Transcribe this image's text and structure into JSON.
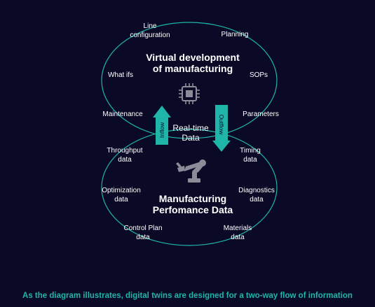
{
  "top_section": {
    "title_line1": "Virtual development",
    "title_line2": "of manufacturing",
    "labels": {
      "line_config_1": "Line",
      "line_config_2": "configuration",
      "planning": "Planning",
      "what_ifs": "What ifs",
      "sops": "SOPs",
      "maintenance": "Maintenance",
      "parameters": "Parameters"
    }
  },
  "center": {
    "line1": "Real-time",
    "line2": "Data",
    "inflow": "Inflow",
    "outflow": "Outflow"
  },
  "bottom_section": {
    "title_line1": "Manufacturing",
    "title_line2": "Perfomance Data",
    "labels": {
      "throughput_1": "Throughput",
      "throughput_2": "data",
      "timing_1": "Timing",
      "timing_2": "data",
      "optimization_1": "Optimization",
      "optimization_2": "data",
      "diagnostics_1": "Diagnostics",
      "diagnostics_2": "data",
      "control_plan_1": "Control Plan",
      "control_plan_2": "data",
      "materials_1": "Materials",
      "materials_2": "data"
    }
  },
  "caption": "As the diagram illustrates, digital twins are designed for a two-way flow of information",
  "colors": {
    "background": "#0a0a27",
    "accent": "#1fb5a9",
    "ring": "#1fb5a9",
    "icon": "#8b8b99"
  }
}
